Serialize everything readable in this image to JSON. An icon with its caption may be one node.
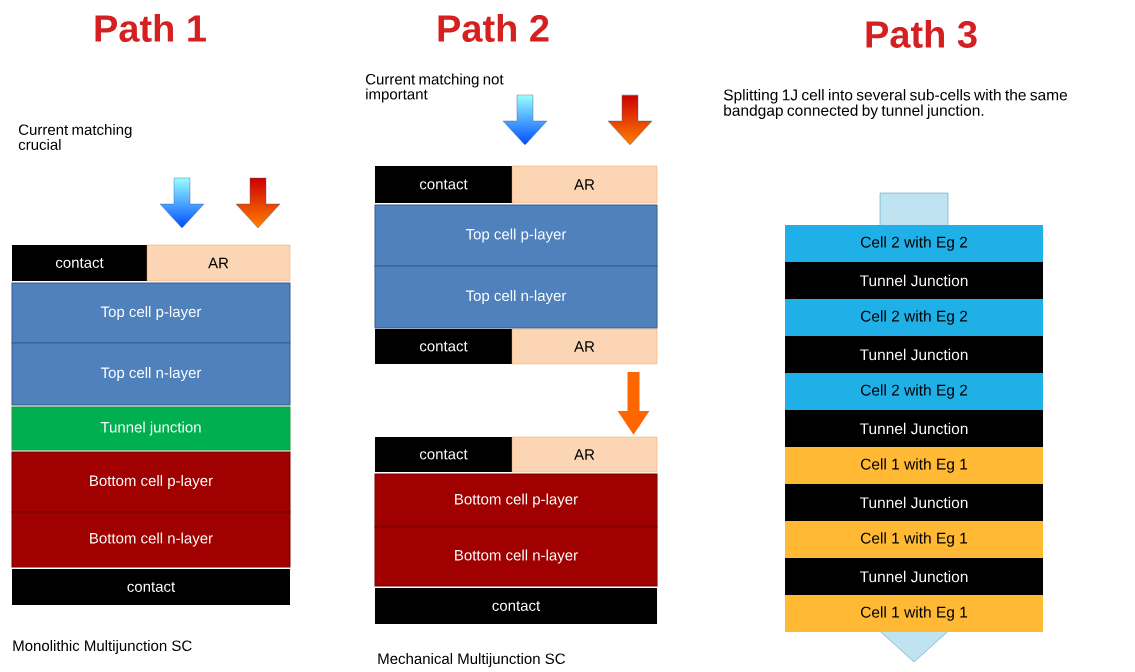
{
  "diagram": {
    "nodes": [
      {
        "text": [
          "contact"
        ]
      },
      {
        "text": [
          "AR"
        ]
      },
      {
        "text": [
          "Top cell p-layer"
        ]
      },
      {
        "text": [
          "Top cell n-layer"
        ]
      },
      {
        "text": [
          "Tunnel junction"
        ]
      },
      {
        "text": [
          "Bottom cell p-layer"
        ]
      },
      {
        "text": [
          "Bottom cell n-layer"
        ]
      },
      {
        "text": [
          "contact"
        ]
      },
      {
        "text": [
          "contact"
        ]
      },
      {
        "text": [
          "AR"
        ]
      },
      {
        "text": [
          "Top cell p-layer"
        ]
      },
      {
        "text": [
          "Top cell n-layer"
        ]
      },
      {
        "text": [
          "contact"
        ]
      },
      {
        "text": [
          "AR"
        ]
      },
      {
        "text": [
          "contact"
        ]
      },
      {
        "text": [
          "AR"
        ]
      },
      {
        "text": [
          "Bottom cell p-layer"
        ]
      },
      {
        "text": [
          "Bottom cell n-layer"
        ]
      },
      {
        "text": [
          "contact"
        ]
      },
      {
        "text": [
          "Cell 2 with Eg 2"
        ]
      },
      {
        "text": [
          "Tunnel Junction"
        ]
      },
      {
        "text": [
          "Cell 2 with Eg 2"
        ]
      },
      {
        "text": [
          "Tunnel Junction"
        ]
      },
      {
        "text": [
          "Cell 2 with Eg 2"
        ]
      },
      {
        "text": [
          "Tunnel Junction"
        ]
      },
      {
        "text": [
          "Cell 1 with Eg 1"
        ]
      },
      {
        "text": [
          "Tunnel Junction"
        ]
      },
      {
        "text": [
          "Cell 1 with Eg 1"
        ]
      },
      {
        "text": [
          "Tunnel Junction"
        ]
      },
      {
        "text": [
          "Cell 1 with Eg 1"
        ]
      }
    ],
    "edges": [
      {
        "from": 13,
        "to": 15,
        "arrow": "to"
      }
    ],
    "labels": [
      "Path 1",
      "Path 2",
      "Path 3",
      "Current matching not important",
      "Splitting 1J cell into several sub-cells with the same bandgap connected by tunnel junction.",
      "Current matching crucial",
      "Monolithic Multijunction SC",
      "Mechanical Multijunction SC"
    ]
  }
}
